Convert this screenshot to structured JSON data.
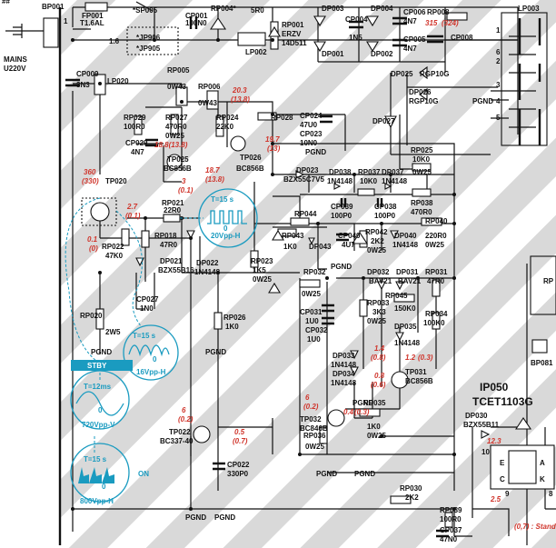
{
  "title": {
    "ic": "IP050",
    "part": "TCET1103G"
  },
  "mains": {
    "line1": "MAINS",
    "line2": "U220V",
    "connector": "BP001",
    "top_mark": "##"
  },
  "refs": {
    "fp001": "FP001",
    "fp001_val": "T1.6AL",
    "sp005": "*SP005",
    "cp001": "CP001",
    "cp001_val": "100N0",
    "jp906": "*JP906",
    "jp905": "*JP905",
    "rp004": "RP004*",
    "rp004_val": "5R0",
    "lp002": "LP002",
    "rp001": "RP001",
    "rp001_val": "ERZV",
    "rp001_val2": "14D511",
    "dp003": "DP003",
    "dp004": "DP004",
    "cp004": "CP004",
    "cp004_val": "1N5",
    "dp001": "DP001",
    "dp002": "DP002",
    "rp008": "RP008",
    "cp006": "CP006",
    "cp006_val": "4N7",
    "cp005": "CP005",
    "cp005_val": "4N7",
    "cp008": "CP008",
    "lp003": "LP003",
    "cp009": "CP009",
    "cp009_val": "3N3",
    "lp020": "LP020",
    "rp005": "RP005",
    "rp005_val": "0W43",
    "rp006": "RP006",
    "rp006_val": "0W43",
    "rp029": "RP029",
    "rp029_val": "100R0",
    "rp027": "RP027",
    "rp027_val": "470R0",
    "rp027_pw": "0W25",
    "rp024": "RP024",
    "rp024_val": "22K0",
    "rp028": "RP028",
    "cp024": "CP024",
    "cp024_val": "47U0",
    "cp023": "CP023",
    "cp023_val": "10N0",
    "dp025": "DP025",
    "dp025_val": "RGP10G",
    "dp026": "DP026",
    "dp026_val": "RGP10G",
    "dp027": "DP027",
    "cp029": "CP029",
    "cp029_val": "4N7",
    "tp025": "TP025",
    "tp025_val": "BC856B",
    "tp026": "TP026",
    "tp026_val": "BC856B",
    "rp025": "RP025",
    "rp025_val": "10K0",
    "rp025_pw": "0W25",
    "dp023": "DP023",
    "dp023_val": "BZX55C7V5",
    "dp038": "DP038",
    "dp038_val": "1N4148",
    "rp037": "RP037",
    "rp037_val": "10K0",
    "dp037": "DP037",
    "dp037_val": "1N4148",
    "tp020": "TP020",
    "rp021": "RP021",
    "rp021_val": "22R0",
    "cp039": "CP039",
    "cp039_val": "100P0",
    "cp038": "CP038",
    "cp038_val": "100P0",
    "rp038": "RP038",
    "rp038_val": "470R0",
    "rp040": "RP040",
    "rp040_val": "220R0",
    "rp040_pw": "0W25",
    "rp044": "RP044",
    "rp018": "RP018",
    "rp018_val": "47R0",
    "rp022": "RP022",
    "rp022_val": "47K0",
    "dp021": "DP021",
    "dp021_val": "BZX55B16",
    "dp022": "DP022",
    "dp022_val": "1N4148",
    "rp043": "RP043",
    "rp043_val": "1K0",
    "dp043": "DP043",
    "cp040": "CP040",
    "cp040_val": "4U7",
    "rp042": "RP042",
    "rp042_val": "2K2",
    "rp042_pw": "0W25",
    "dp040": "DP040",
    "dp040_val": "1N4148",
    "rp023": "RP023",
    "rp023_val": "1K5",
    "rp023_pw": "0W25",
    "rp032": "RP032",
    "rp032_pw": "0W25",
    "dp032": "DP032",
    "dp032_val": "BAV21",
    "dp031": "DP031",
    "dp031_val": "BAV21",
    "rp031": "RP031",
    "rp031_val": "47R0",
    "cp027": "CP027",
    "cp027_val": "1N0",
    "rp045": "RP045",
    "rp045_val": "150K0",
    "cp031": "CP031",
    "cp031_val": "1U0",
    "cp032": "CP032",
    "cp032_val": "1U0",
    "rp033": "RP033",
    "rp033_val": "3K3",
    "rp033_pw": "0W25",
    "rp034": "RP034",
    "rp034_val": "100K0",
    "dp035": "DP035",
    "dp035_val": "1N4148",
    "rp020": "RP020",
    "rp020_val": "2W5",
    "rp026": "RP026",
    "rp026_val": "1K0",
    "dp033": "DP033",
    "dp033_val": "1N4148",
    "dp034": "DP034",
    "dp034_val": "1N4148",
    "tp031": "TP031",
    "tp031_val": "BC856B",
    "tp032": "TP032",
    "tp032_val": "BC846B",
    "rp035": "RP035",
    "rp035_val": "1K0",
    "rp035_pw": "0W25",
    "rp036": "RP036",
    "rp036_val": "0W25",
    "tp022": "TP022",
    "tp022_val": "BC337-40",
    "cp022": "CP022",
    "cp022_val": "330P0",
    "dp030": "DP030",
    "dp030_val": "BZX55B11",
    "rp030": "RP030",
    "rp030_val": "2K2",
    "rp039": "RP039",
    "rp039_val": "100R0",
    "cp037": "CP037",
    "cp037_val": "47N0",
    "bp081": "BP081",
    "rp_partial": "RP"
  },
  "pins": {
    "p1": "1",
    "p2": "2",
    "p3": "3",
    "p4": "4",
    "p5": "5",
    "p6": "6",
    "p1b": "1",
    "p6b": "1.6"
  },
  "grounds": {
    "pgnd": "PGND"
  },
  "measurements": {
    "rp008_v": "315",
    "rp008_s": "(324)",
    "rp006_v": "20.3",
    "rp006_s": "(13.8)",
    "rp028_v": "19.7",
    "rp028_s": "(13)",
    "cp029_v": "18.8(13.8)",
    "tp025_v": "18.7",
    "tp025_s": "(13.8)",
    "tp025_v2": "3",
    "tp025_s2": "(0.1)",
    "tp020_v": "360",
    "tp020_s": "(330)",
    "rp021_v": "2.7",
    "rp021_s": "(0.1)",
    "tp020_v2": "0.1",
    "tp020_s2": "(0)",
    "dp035_v": "1.4",
    "dp035_s": "(0.8)",
    "tp031_v": "1.2",
    "tp031_s": "(0.3)",
    "tp031_v2": "0.8",
    "tp031_s2": "(0.6)",
    "tp032_v": "0.4",
    "tp032_s": "(0.3)",
    "tp022_v": "6",
    "tp022_s": "(0.2)",
    "tp022_v2": "0.5",
    "tp022_s2": "(0.7)",
    "dp030_v": "12.3",
    "ic_v": "2.5",
    "note": "(0,7) : Stand"
  },
  "waveforms": {
    "w1_period": "T=15  s",
    "w1_amp": "20Vpp-H",
    "w2_period": "T=15  s",
    "w2_amp": "16Vpp-H",
    "stby": "STBY",
    "w3_period": "T=12ms",
    "w3_amp": "720Vpp-V",
    "w4_period": "T=15  s",
    "w4_amp": "800Vpp-H",
    "on": "ON",
    "zero": "0"
  },
  "ic": {
    "pin_e": "E",
    "pin_c": "C",
    "pin_a": "A",
    "pin_k": "K",
    "pin9": "9",
    "pin10": "10",
    "pin8": "8"
  }
}
